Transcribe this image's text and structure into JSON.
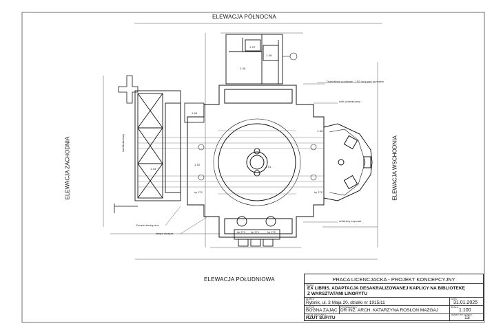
{
  "elevations": {
    "north": "ELEWACJA PÓŁNOCNA",
    "south": "ELEWACJA POŁUDNIOWA",
    "west": "ELEWACJA ZACHODNIA",
    "east": "ELEWACJA WSCHODNIA"
  },
  "rooms": {
    "r101": "1.01",
    "r102": "1.02",
    "r103": "1.03",
    "r104": "1.04",
    "r105": "1.05",
    "r106": "1.06",
    "r107": "1.07",
    "r108": "1.08"
  },
  "notes": {
    "lighting_strip": "Oświetlenie punktowe - LED strip pod gzymsem",
    "false_ceiling": "sufit podwieszany",
    "acoustic_panels": "Panele akustyczne",
    "suspended_lamp": "lampa wisząca",
    "spotlights": "reflektory szynowe",
    "skylight": "świetlik dachowy"
  },
  "heights": {
    "h1": "hp 270",
    "h2": "hp 274",
    "h3": "hp 270",
    "h4": "hp 270",
    "h5": "hp 275"
  },
  "title_block": {
    "header": "PRACA LICENCJACKA - PROJEKT KONCEPCYJNY",
    "project_caption": "TEMAT",
    "project_line1": "EX LIBRIS. ADAPTACJA DESAKRALIZOWANEJ KAPLICY NA BIBLIOTEKĘ",
    "project_line2": "Z WARSZTATAMI LINORYTU",
    "address_caption": "ADRES",
    "address": "Rybnik, ul. 3 Maja 20, działki nr 1915/11",
    "date_caption": "DATA",
    "date": "31.01.2025",
    "author_caption": "AUTOR",
    "author": "BOGNA ZAJĄC",
    "supervisor_caption": "PROWADZĄCY",
    "supervisor": "DR INŻ. ARCH. KATARZYNA ROSŁON MAZGAJ",
    "scale_caption": "SKALA",
    "scale": "1:100",
    "drawing_caption": "TYTUŁ RYSUNKU",
    "drawing_title": "RZUT SUFITU",
    "number_caption": "NUMER RYSUNKU",
    "number": "13"
  }
}
